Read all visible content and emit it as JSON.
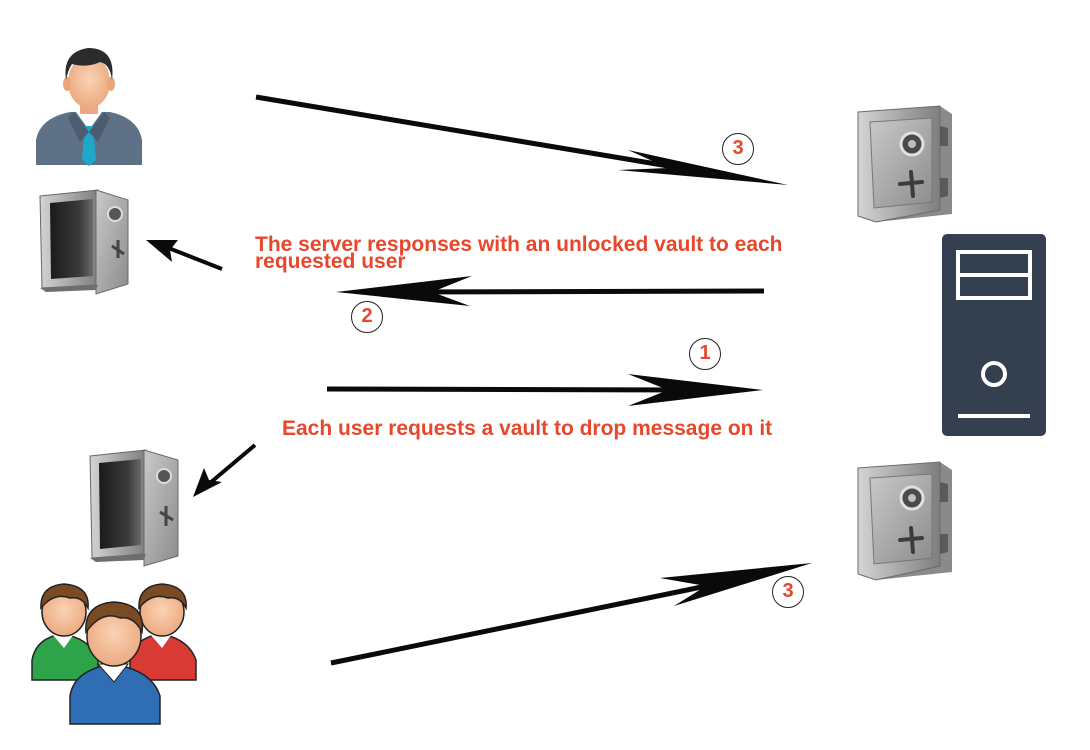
{
  "diagram": {
    "captions": {
      "server_response": "The server responses with an unlocked vault to each requested user",
      "user_request": "Each user requests a vault to drop message on it"
    },
    "steps": {
      "step_1": "1",
      "step_2": "2",
      "step_3_top": "3",
      "step_3_bottom": "3"
    },
    "colors": {
      "label_red": "#e8472c",
      "server_navy": "#34404f",
      "arrow_black": "#0a0a0a",
      "vault_gray": "#9a9a9a"
    },
    "icons": [
      "single-user-icon",
      "user-group-icon",
      "open-vault-icon",
      "closed-vault-icon",
      "server-tower-icon"
    ]
  }
}
